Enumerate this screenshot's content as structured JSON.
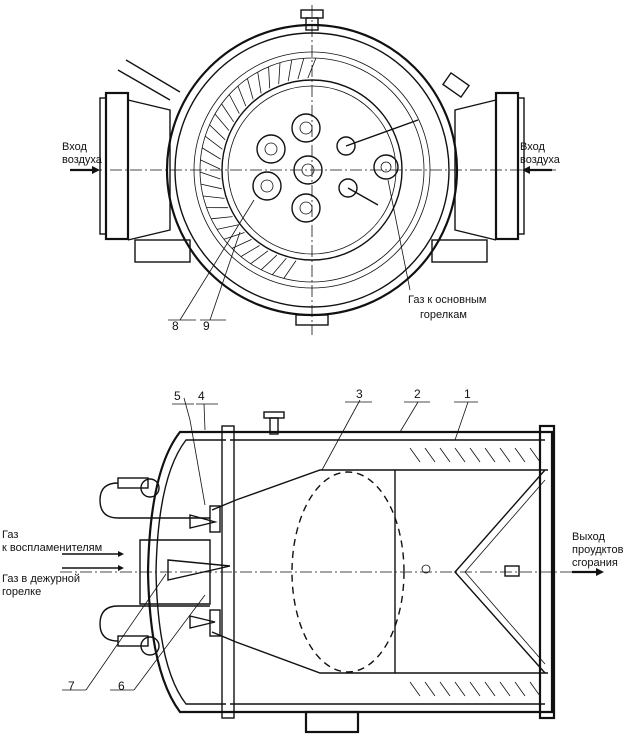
{
  "top_view": {
    "air_inlet_left": [
      "Вход",
      "воздуха"
    ],
    "air_inlet_right": [
      "Вход",
      "воздуха"
    ],
    "gas_main": [
      "Газ к основным",
      "горелкам"
    ],
    "callouts": [
      "8",
      "9"
    ]
  },
  "side_view": {
    "gas_igniters": [
      "Газ",
      "к воспламенителям"
    ],
    "gas_pilot": [
      "Газ в дежурной",
      "горелке"
    ],
    "exhaust": [
      "Выход",
      "проудктов",
      "сгорания"
    ],
    "callouts_top": [
      "5",
      "4",
      "3",
      "2",
      "1"
    ],
    "callouts_bottom": [
      "7",
      "6"
    ]
  },
  "colors": {
    "ink": "#111111",
    "paper": "#ffffff"
  }
}
